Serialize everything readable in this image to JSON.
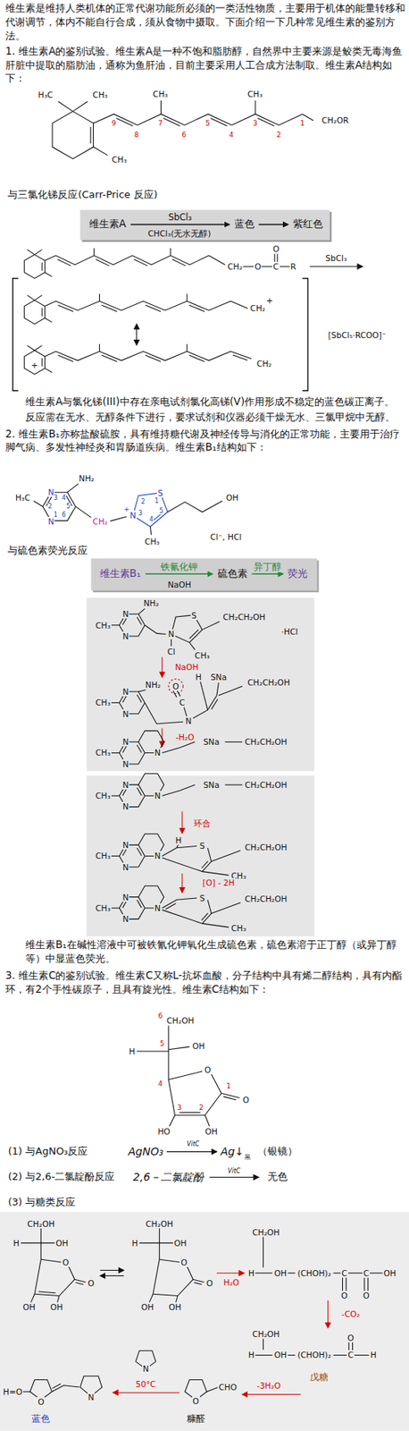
{
  "diagram": {
    "nodes": [
      {
        "text": [
          "维生素A"
        ]
      },
      {
        "text": [
          "蓝色"
        ]
      },
      {
        "text": [
          "紫红色"
        ]
      },
      {
        "text": [
          "维生素B₁"
        ]
      },
      {
        "text": [
          "硫色素"
        ]
      },
      {
        "text": [
          "荧光"
        ]
      }
    ],
    "edges": [
      {
        "from": 0,
        "to": 1,
        "arrow": "to",
        "label": "SbCl₃"
      },
      {
        "from": 1,
        "to": 2,
        "arrow": "to"
      },
      {
        "from": 3,
        "to": 4,
        "arrow": "to",
        "label": "铁氰化钾"
      },
      {
        "from": 4,
        "to": 5,
        "arrow": "to",
        "label": "异丁醇"
      }
    ],
    "labels": [
      "维生素是维持人类机体的正常代谢功能所必须的一类活性物质，主要用于机体的能量转移和代谢调节，体内不能自行合成，须从食物中摄取。下面介绍一下几种常见维生素的鉴别方法。",
      "1. 维生素A的鉴别试验。维生素A是一种不饱和脂肪醇，自然界中主要来源是鲛类无毒海鱼肝脏中提取的脂肪油，通称为鱼肝油，目前主要采用人工合成方法制取。维生素A结构如下：",
      "H₃C",
      "CH₃",
      "CH₃",
      "CH₃",
      "CH₃",
      "CH₂OR",
      "9",
      "8",
      "7",
      "6",
      "5",
      "4",
      "3",
      "2",
      "1",
      "与三氯化锑反应(Carr-Price 反应)",
      "CHCl₃(无水无醇)",
      "CH₂",
      "O",
      "C",
      "R",
      "O",
      "SbCl₃",
      "CH₂",
      "+",
      "+",
      "CH₂",
      "[SbCl₅·RCOO]⁻",
      "维生素A与氯化锑(III)中存在亲电试剂氯化高锑(V)作用形成不稳定的蓝色碳正离子。",
      "反应需在无水、无醇条件下进行，要求试剂和仪器必须干燥无水、三氯甲烷中无醇。",
      "2. 维生素B₁亦称盐酸硫胺，具有维持糖代谢及神经传导与消化的正常功能，主要用于治疗脚气病、多发性神经炎和胃肠道疾病。维生素B₁结构如下：",
      "H₃C",
      "NH₂",
      "N",
      "N",
      "2",
      "3",
      "4",
      "1",
      "6",
      "5",
      "CH₂",
      "N",
      "+",
      "S",
      "1",
      "2",
      "3",
      "4",
      "5",
      "OH",
      "CH₃",
      "Cl⁻, HCl",
      "与硫色素荧光反应",
      "NaOH",
      "CH₃",
      "N",
      "N",
      "NH₂",
      "N",
      "Cl",
      "S",
      "CH₂CH₂OH",
      "·HCl",
      "CH₃",
      "NaOH",
      "CH₃",
      "N",
      "N",
      "NH₂",
      "O",
      "H",
      "SNa",
      "CH₂CH₂OH",
      "C",
      "N",
      "-H₂O",
      "CH₃",
      "N",
      "N",
      "N",
      "SNa",
      "CH₂CH₂OH",
      "CH₃",
      "N",
      "N",
      "N",
      "SNa",
      "CH₂CH₂OH",
      "环合",
      "CH₃",
      "N",
      "N",
      "N",
      "H",
      "S",
      "CH₂CH₂OH",
      "CH₃",
      "[O]  - 2H",
      "CH₃",
      "N",
      "N",
      "N",
      "S",
      "CH₂CH₂OH",
      "CH₃",
      "维生素B₁在碱性溶液中可被铁氰化钾氧化生成硫色素，硫色素溶于正丁醇（或异丁醇等）中显蓝色荧光。",
      "3. 维生素C的鉴别试验。维生素C又称L-抗坏血酸，分子结构中具有烯二醇结构，具有内酯环，有2个手性碳原子，且具有旋光性。维生素C结构如下：",
      "6",
      "CH₂OH",
      "H",
      "5",
      "OH",
      "4",
      "O",
      "1",
      "O",
      "2",
      "3",
      "HO",
      "OH",
      "(1) 与AgNO₃反应",
      "AgNO₃",
      "VitC",
      "Ag↓",
      "黑",
      "（银镜）",
      "(2) 与2,6-二氯靛酚反应",
      "2,6－二氯靛酚",
      "VitC",
      "无色",
      "(3) 与糖类反应",
      "CH₂OH",
      "H",
      "OH",
      "O",
      "O",
      "OH",
      "OH",
      "CH₂OH",
      "H",
      "OH",
      "O",
      "O",
      "OH",
      "OH",
      "H₂O",
      "CH₂OH",
      "H",
      "OH",
      "(CHOH)₂",
      "C",
      "C",
      "OH",
      "O",
      "O",
      "-CO₂",
      "CH₂OH",
      "H",
      "OH",
      "(CHOH)₂",
      "C",
      "O",
      "H",
      "戊糖",
      "-3H₂O",
      "O",
      "CHO",
      "糠醛",
      "50°C",
      "N",
      "H=O",
      "O",
      "N",
      "蓝色"
    ]
  }
}
